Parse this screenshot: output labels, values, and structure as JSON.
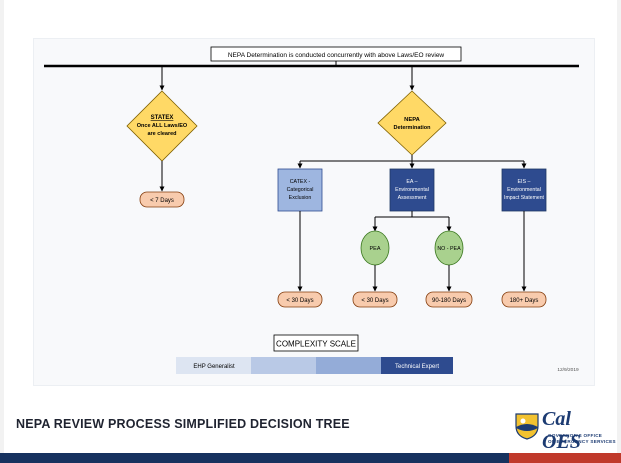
{
  "banner": "NEPA Determination is conducted concurrently with above Laws/EO review",
  "statex": {
    "line1": "STATEX",
    "line2": "Once ALL Laws/EO",
    "line3": "are cleared",
    "duration": "< 7 Days"
  },
  "nepa": {
    "line1": "NEPA",
    "line2": "Determination"
  },
  "catex": {
    "line1": "CATEX -",
    "line2": "Categorical",
    "line3": "Exclusion",
    "duration": "< 30 Days"
  },
  "ea": {
    "line1": "EA –",
    "line2": "Environmental",
    "line3": "Assessment"
  },
  "eis": {
    "line1": "EIS –",
    "line2": "Environmental",
    "line3": "Impact Statement",
    "duration": "180+ Days"
  },
  "pea": {
    "label": "PEA",
    "duration": "< 30 Days"
  },
  "nopea": {
    "label": "NO - PEA",
    "duration": "90-180 Days"
  },
  "complexity": {
    "title": "COMPLEXITY SCALE",
    "left": "EHP Generalist",
    "right": "Technical Expert"
  },
  "date": "12/9/2019",
  "caption": "NEPA REVIEW PROCESS SIMPLIFIED DECISION TREE",
  "logo": {
    "main": "Cal OES",
    "sub1": "GOVERNOR'S OFFICE",
    "sub2": "OF EMERGENCY SERVICES"
  },
  "colors": {
    "diamond": "#ffd966",
    "light_box": "#9eb6e0",
    "dark_box": "#2e4b8f",
    "circle": "#a9d18e",
    "pill": "#f8cbad",
    "scale_dark": "#2e4b8f"
  }
}
